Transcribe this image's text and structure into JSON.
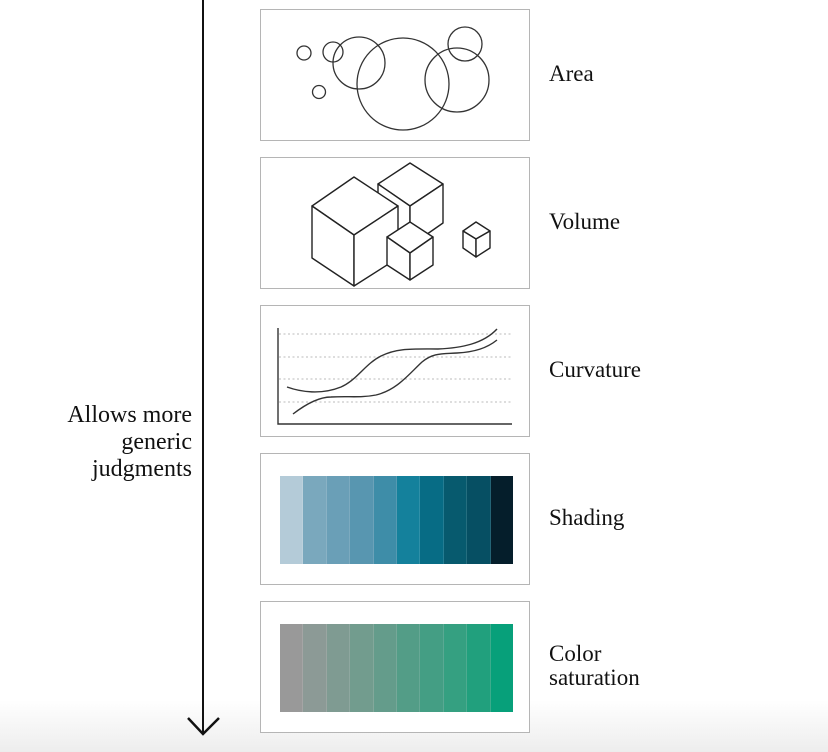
{
  "axis": {
    "label_lines": [
      "Allows more",
      "generic",
      "judgments"
    ],
    "direction": "down"
  },
  "channels": [
    {
      "id": "area",
      "label_lines": [
        "Area"
      ],
      "icon": "overlapping-circles"
    },
    {
      "id": "volume",
      "label_lines": [
        "Volume"
      ],
      "icon": "isometric-cubes"
    },
    {
      "id": "curvature",
      "label_lines": [
        "Curvature"
      ],
      "icon": "curved-lines-chart"
    },
    {
      "id": "shading",
      "label_lines": [
        "Shading"
      ],
      "icon": "shading-swatches",
      "colors": [
        "#b4cbd8",
        "#7aa8bd",
        "#6a9fb7",
        "#5896b0",
        "#3e8da8",
        "#14819c",
        "#076c85",
        "#075a6e",
        "#064f63",
        "#051e2b"
      ]
    },
    {
      "id": "color-saturation",
      "label_lines": [
        "Color",
        "saturation"
      ],
      "icon": "saturation-swatches",
      "colors": [
        "#999999",
        "#8c9a96",
        "#7f9b92",
        "#729c8e",
        "#649c8b",
        "#539d87",
        "#449e84",
        "#35a081",
        "#21a07d",
        "#07a07a"
      ]
    }
  ]
}
